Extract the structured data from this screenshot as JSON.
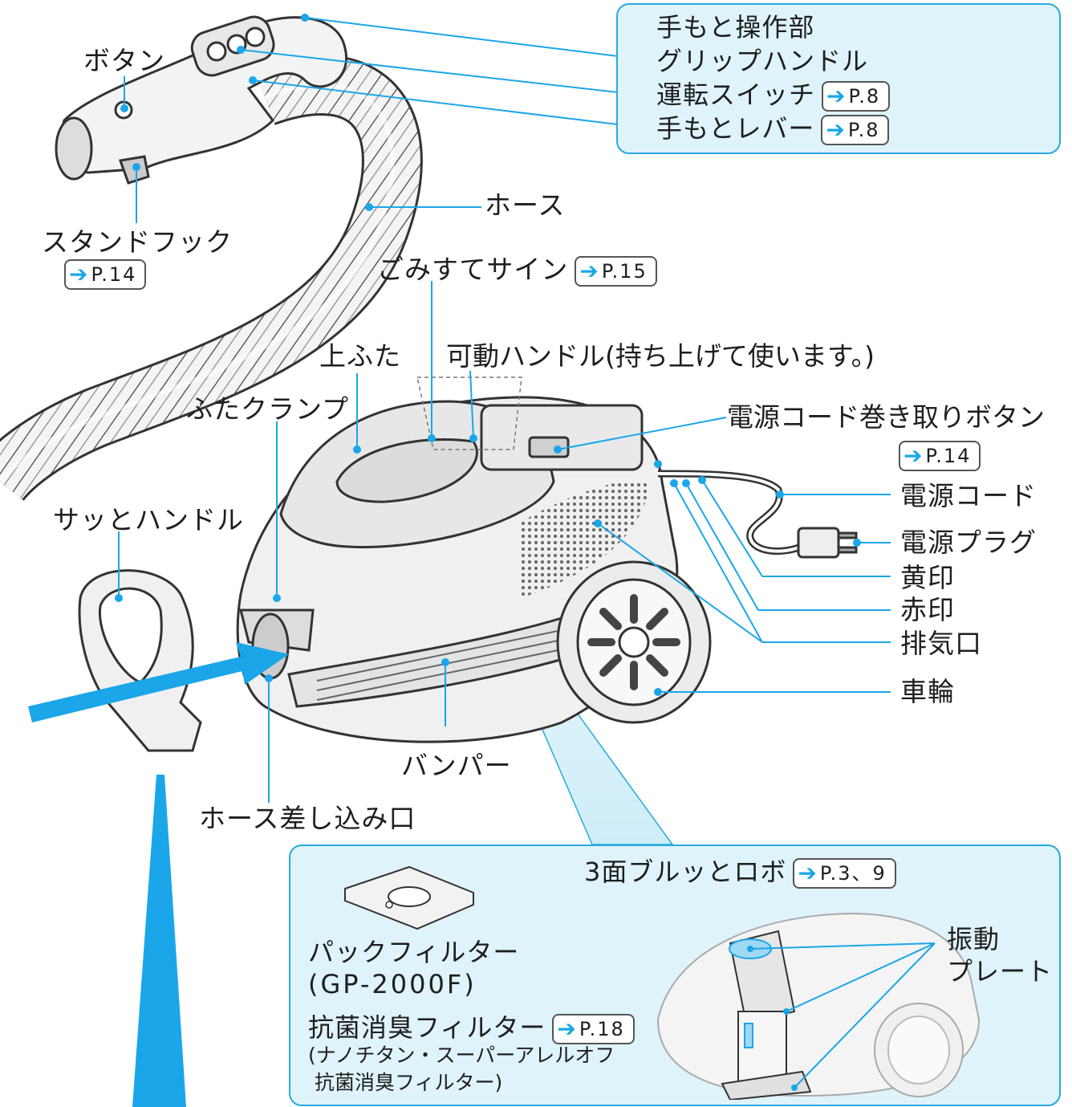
{
  "top_box": {
    "lines": [
      {
        "text": "手もと操作部",
        "ref": ""
      },
      {
        "text": "グリップハンドル",
        "ref": ""
      },
      {
        "text": "運転スイッチ",
        "ref": "P.8"
      },
      {
        "text": "手もとレバー",
        "ref": "P.8"
      }
    ]
  },
  "labels": {
    "button": "ボタン",
    "stand_hook": "スタンドフック",
    "stand_hook_ref": "P.14",
    "hose": "ホース",
    "dust_sign": "ごみすてサイン",
    "dust_sign_ref": "P.15",
    "top_lid": "上ふた",
    "movable_handle": "可動ハンドル(持ち上げて使います。)",
    "lid_clamp": "ふたクランプ",
    "cord_rewind_button": "電源コード巻き取りボタン",
    "cord_rewind_ref": "P.14",
    "power_cord": "電源コード",
    "power_plug": "電源プラグ",
    "yellow_mark": "黄印",
    "red_mark": "赤印",
    "exhaust": "排気口",
    "wheel": "車輪",
    "satto_handle": "サッとハンドル",
    "bumper": "バンパー",
    "hose_inlet": "ホース差し込み口"
  },
  "bottom_box": {
    "robo": "3面ブルッとロボ",
    "robo_ref": "P.3、9",
    "pack_filter": "パックフィルター",
    "pack_filter_model": "(GP-2000F)",
    "vib_plate_1": "振動",
    "vib_plate_2": "プレート",
    "antibac_filter": "抗菌消臭フィルター",
    "antibac_ref": "P.18",
    "antibac_note_1": "(ナノチタン・スーパーアレルオフ",
    "antibac_note_2": "抗菌消臭フィルター)"
  },
  "ref_arrow": "➔",
  "colors": {
    "accent": "#1aa6e8",
    "box_fill": "#dff3fb",
    "box_border": "#28a9e0"
  }
}
